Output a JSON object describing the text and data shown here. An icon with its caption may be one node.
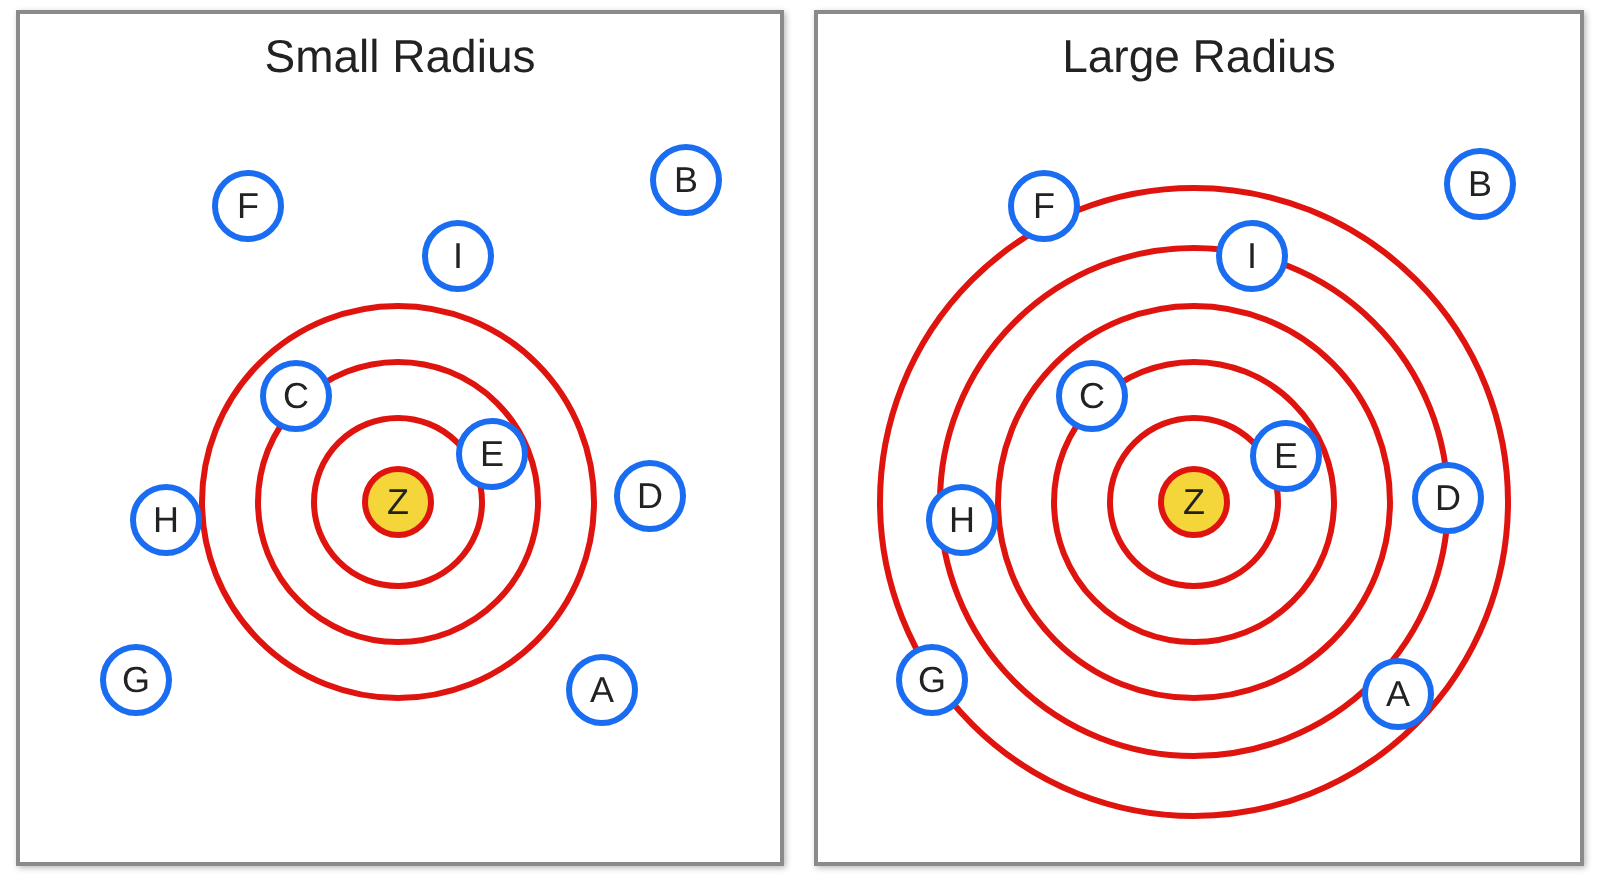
{
  "diagram": {
    "nodes": [
      {
        "text": [
          "Small Radius"
        ]
      },
      {
        "text": [
          "B"
        ],
        "in": 0
      },
      {
        "text": [
          "F"
        ],
        "in": 0
      },
      {
        "text": [
          "I"
        ],
        "in": 0
      },
      {
        "text": [
          "C"
        ],
        "in": 0
      },
      {
        "text": [
          "E"
        ],
        "in": 0
      },
      {
        "text": [
          "D"
        ],
        "in": 0
      },
      {
        "text": [
          "Z"
        ],
        "in": 0
      },
      {
        "text": [
          "H"
        ],
        "in": 0
      },
      {
        "text": [
          "G"
        ],
        "in": 0
      },
      {
        "text": [
          "A"
        ],
        "in": 0
      },
      {
        "text": [
          "Large Radius"
        ]
      },
      {
        "text": [
          "B"
        ],
        "in": 11
      },
      {
        "text": [
          "F"
        ],
        "in": 11
      },
      {
        "text": [
          "I"
        ],
        "in": 11
      },
      {
        "text": [
          "C"
        ],
        "in": 11
      },
      {
        "text": [
          "E"
        ],
        "in": 11
      },
      {
        "text": [
          "D"
        ],
        "in": 11
      },
      {
        "text": [
          "Z"
        ],
        "in": 11
      },
      {
        "text": [
          "H"
        ],
        "in": 11
      },
      {
        "text": [
          "G"
        ],
        "in": 11
      },
      {
        "text": [
          "A"
        ],
        "in": 11
      }
    ]
  }
}
